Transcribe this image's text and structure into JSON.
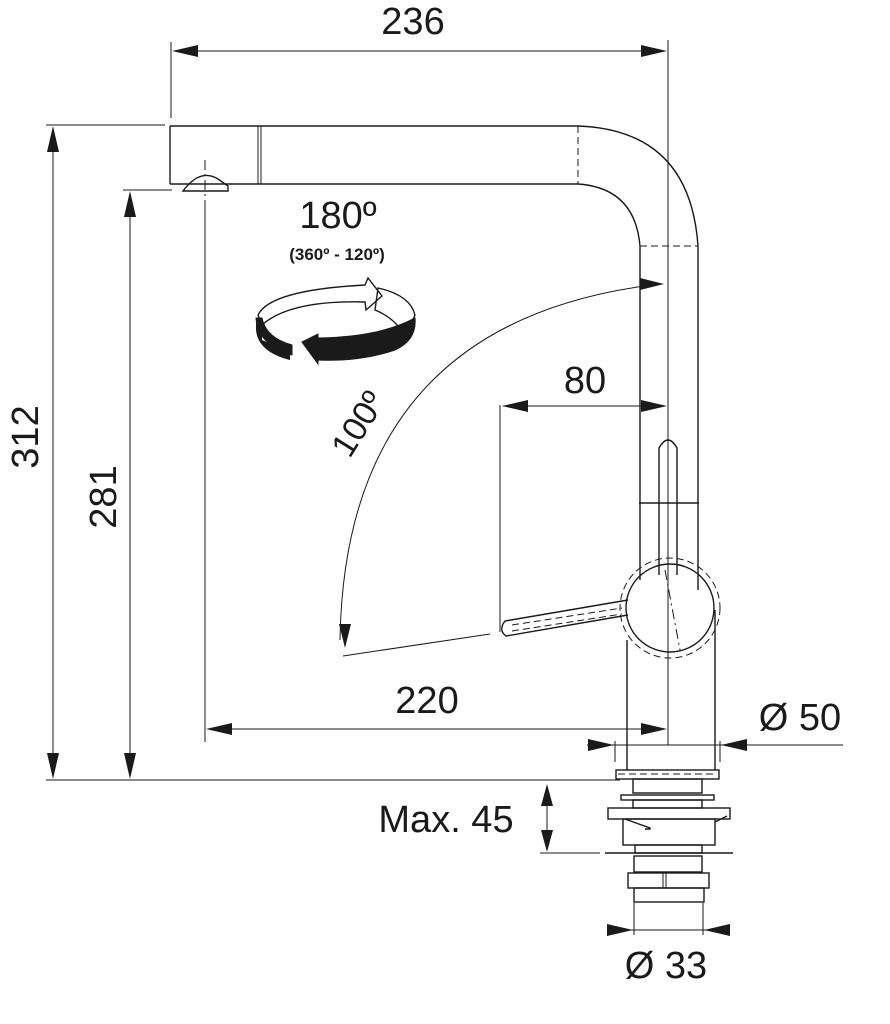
{
  "drawing": {
    "title": "Kitchen mixer tap dimension drawing",
    "stroke_color": "#1a1a1a",
    "background": "#ffffff",
    "dimensions": {
      "overall_reach": "236",
      "overall_height": "312",
      "spout_height": "281",
      "spout_projection": "220",
      "lever_offset": "80",
      "lever_angle": "100º",
      "base_diameter": "Ø 50",
      "shank_diameter": "Ø 33",
      "max_deck_thickness": "Max. 45"
    },
    "rotation": {
      "angle": "180º",
      "range": "(360º - 120º)",
      "icon": "rotation-arrows-icon"
    }
  }
}
